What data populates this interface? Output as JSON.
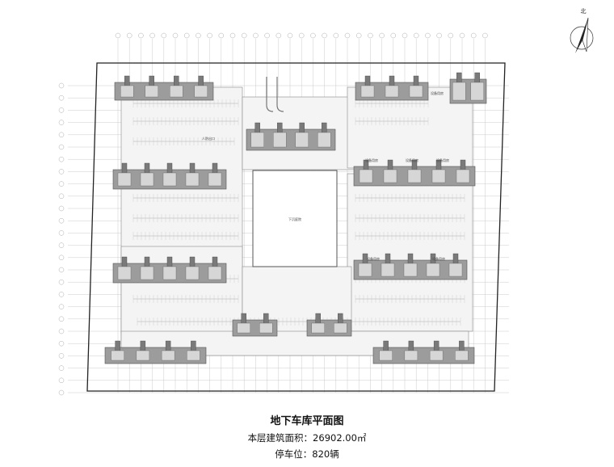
{
  "plan": {
    "north_label": "北",
    "labels": {
      "central_court": "下沉庭院",
      "ramp_entry": "人防出口",
      "equip_1": "设备用房",
      "equip_2": "设备用房",
      "equip_3": "设备用房",
      "equip_4": "设备用房",
      "equip_5": "设备用房",
      "equip_6": "设备用房"
    },
    "colors": {
      "paper": "#ffffff",
      "outline": "#222222",
      "grid": "#bfbfbf",
      "building": "#9c9c9c",
      "building_dark": "#7a7a7a",
      "parking_line": "#c8c8c8",
      "ramp": "#d8d8d8"
    }
  },
  "caption": {
    "title": "地下车库平面图",
    "area": "本层建筑面积：26902.00㎡",
    "spaces": "停车位：820辆"
  }
}
